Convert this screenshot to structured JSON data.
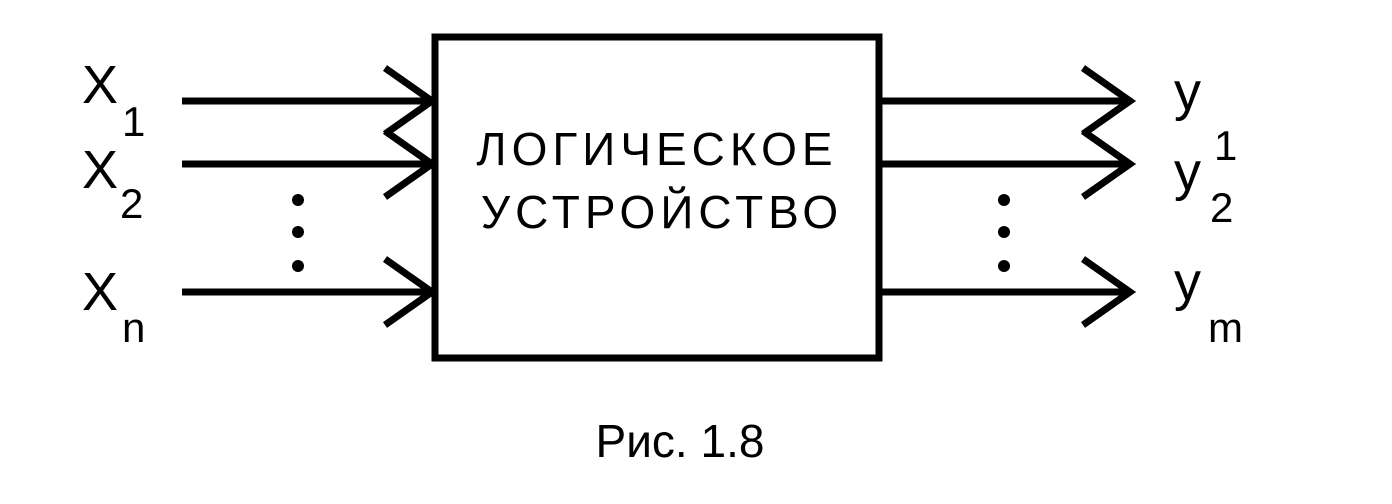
{
  "block": {
    "line1": "ЛОГИЧЕСКОЕ",
    "line2": "УСТРОЙСТВО"
  },
  "inputs": [
    {
      "var": "X",
      "sub": "1"
    },
    {
      "var": "X",
      "sub": "2"
    },
    {
      "var": "X",
      "sub": "n"
    }
  ],
  "outputs": [
    {
      "var": "y",
      "sub": "1"
    },
    {
      "var": "y",
      "sub": "2"
    },
    {
      "var": "y",
      "sub": "m"
    }
  ],
  "caption": "Рис. 1.8"
}
